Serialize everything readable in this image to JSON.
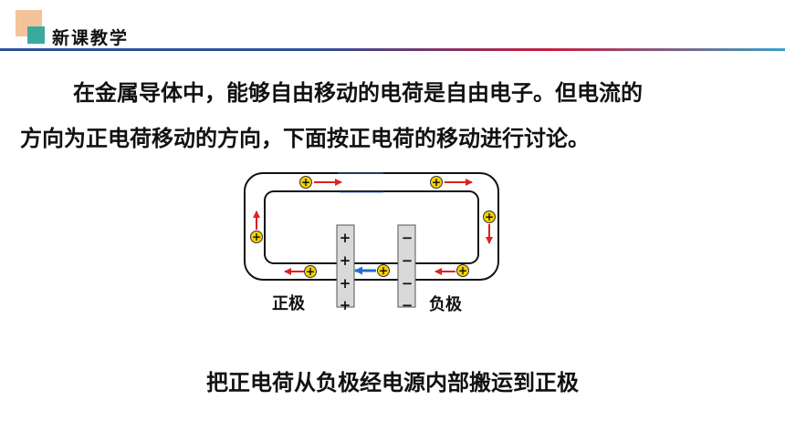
{
  "header": {
    "title": "新课教学"
  },
  "paragraph": {
    "line1": "在金属导体中，能够自由移动的电荷是自由电子。但电流的",
    "line2": "方向为正电荷移动的方向，下面按正电荷的移动进行讨论。"
  },
  "diagram": {
    "positive_label": "正极",
    "negative_label": "负极",
    "positive_plate_signs": [
      "+",
      "+",
      "+",
      "+"
    ],
    "negative_plate_signs": [
      "−",
      "−",
      "−",
      "−"
    ],
    "charge_symbol": "+",
    "colors": {
      "wire": "#111111",
      "charge_fill": "#f5d000",
      "arrow_outside": "#e02020",
      "arrow_inside": "#1f6fd0",
      "plate": "#d9d9d9"
    }
  },
  "caption": "把正电荷从负极经电源内部搬运到正极"
}
